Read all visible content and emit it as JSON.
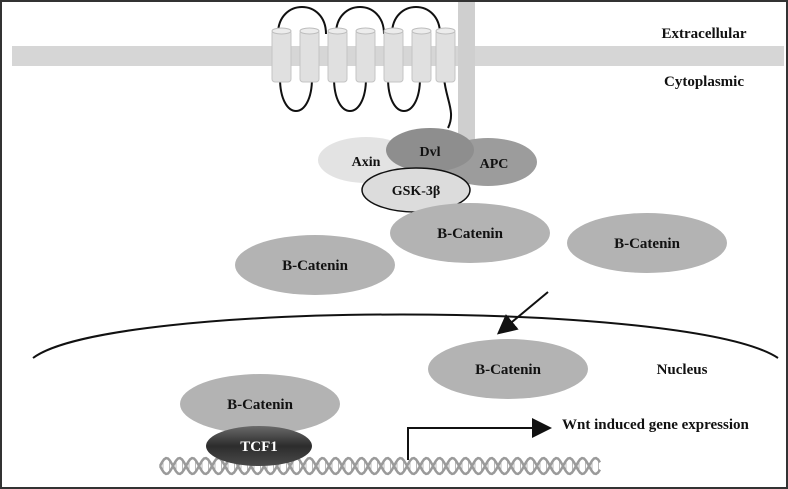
{
  "regions": {
    "extracellular": "Extracellular",
    "cytoplasmic": "Cytoplasmic",
    "nucleus": "Nucleus"
  },
  "complex": {
    "axin": "Axin",
    "dvl": "Dvl",
    "apc": "APC",
    "gsk3b": "GSK-3β"
  },
  "beta_catenin": {
    "complex_bound": "B-Catenin",
    "cytoplasmic_left": "B-Catenin",
    "cytoplasmic_right": "B-Catenin",
    "nuclear": "B-Catenin",
    "dna_bound": "B-Catenin"
  },
  "tcf": "TCF1",
  "gene_expression": "Wnt induced gene expression",
  "colors": {
    "membrane": "#d6d6d6",
    "catenin": "#b3b3b3",
    "axin": "#e3e3e3",
    "dvl": "#8e8e8e",
    "apc": "#9c9c9c",
    "gsk": "#dcdcdc",
    "tcf": "#3d3d3d",
    "dna": "#9a9a9a"
  }
}
